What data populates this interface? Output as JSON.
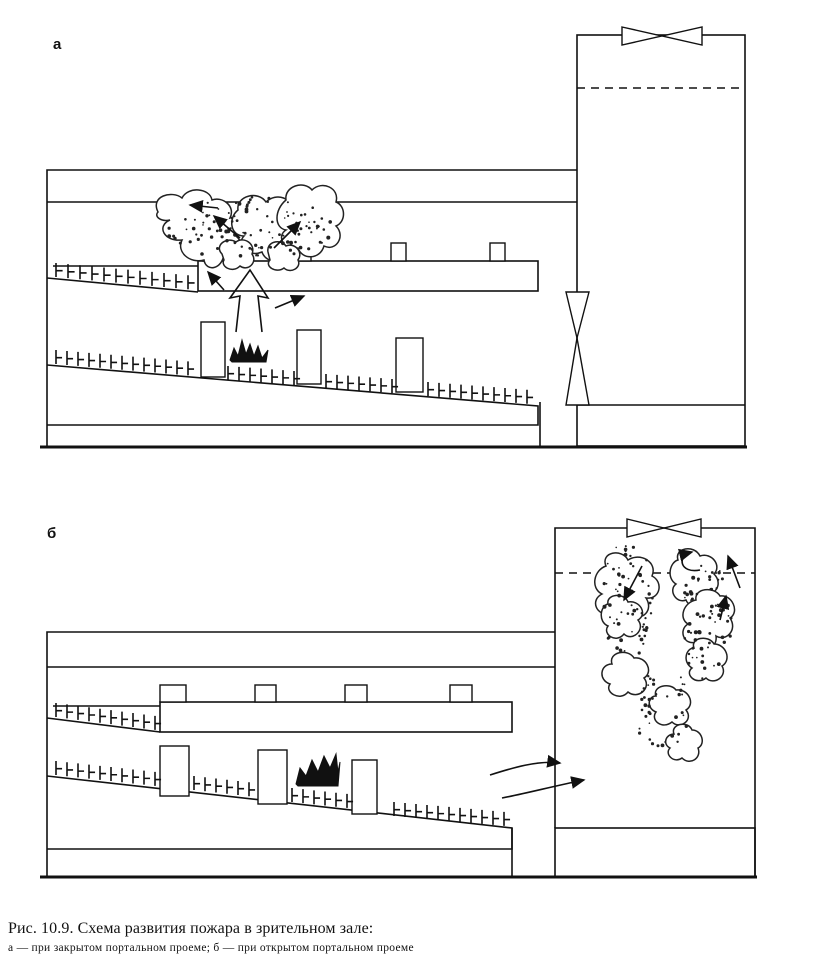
{
  "panels": {
    "a": {
      "label": "а"
    },
    "b": {
      "label": "б"
    }
  },
  "caption": {
    "title": "Рис. 10.9. Схема развития пожара в зрительном зале:",
    "subtitle": "а — при закрытом портальном проеме; б — при открытом портальном проеме"
  }
}
